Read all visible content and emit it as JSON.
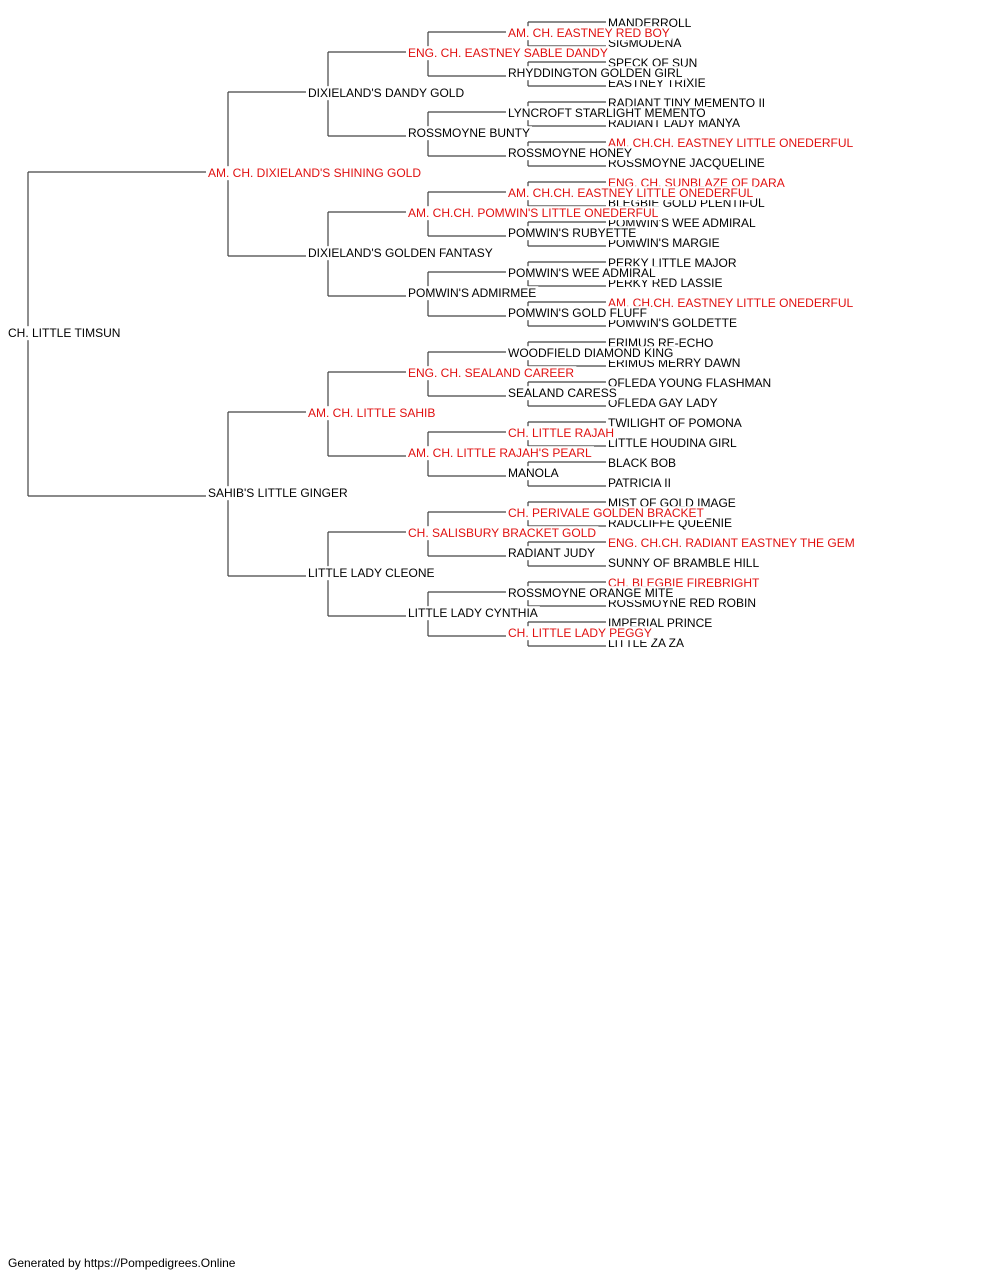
{
  "colors": {
    "champion": "#e01010",
    "normal": "#000000",
    "line": "#444444"
  },
  "pedigree": {
    "name": "CH. LITTLE TIMSUN",
    "champion": false,
    "sire": {
      "name": "AM. CH. DIXIELAND'S SHINING GOLD",
      "champion": true,
      "sire": {
        "name": "DIXIELAND'S DANDY GOLD",
        "champion": false,
        "sire": {
          "name": "ENG. CH. EASTNEY SABLE DANDY",
          "champion": true,
          "sire": {
            "name": "AM. CH. EASTNEY RED BOY",
            "champion": true,
            "sire": {
              "name": "MANDERROLL",
              "champion": false
            },
            "dam": {
              "name": "SIGMODENA",
              "champion": false
            }
          },
          "dam": {
            "name": "RHYDDINGTON GOLDEN GIRL",
            "champion": false,
            "sire": {
              "name": "SPECK OF SUN",
              "champion": false
            },
            "dam": {
              "name": "EASTNEY TRIXIE",
              "champion": false
            }
          }
        },
        "dam": {
          "name": "ROSSMOYNE BUNTY",
          "champion": false,
          "sire": {
            "name": "LYNCROFT STARLIGHT MEMENTO",
            "champion": false,
            "sire": {
              "name": "RADIANT TINY MEMENTO II",
              "champion": false
            },
            "dam": {
              "name": "RADIANT LADY MANYA",
              "champion": false
            }
          },
          "dam": {
            "name": "ROSSMOYNE HONEY",
            "champion": false,
            "sire": {
              "name": "AM. CH.CH. EASTNEY LITTLE ONEDERFUL",
              "champion": true
            },
            "dam": {
              "name": "ROSSMOYNE JACQUELINE",
              "champion": false
            }
          }
        }
      },
      "dam": {
        "name": "DIXIELAND'S GOLDEN FANTASY",
        "champion": false,
        "sire": {
          "name": "AM. CH.CH. POMWIN'S LITTLE ONEDERFUL",
          "champion": true,
          "sire": {
            "name": "AM. CH.CH. EASTNEY LITTLE ONEDERFUL",
            "champion": true,
            "sire": {
              "name": "ENG. CH. SUNBLAZE OF DARA",
              "champion": true
            },
            "dam": {
              "name": "BLEGBIE GOLD PLENTIFUL",
              "champion": false
            }
          },
          "dam": {
            "name": "POMWIN'S RUBYETTE",
            "champion": false,
            "sire": {
              "name": "POMWIN'S WEE ADMIRAL",
              "champion": false
            },
            "dam": {
              "name": "POMWIN'S MARGIE",
              "champion": false
            }
          }
        },
        "dam": {
          "name": "POMWIN'S ADMIRMEE",
          "champion": false,
          "sire": {
            "name": "POMWIN'S WEE ADMIRAL",
            "champion": false,
            "sire": {
              "name": "PERKY LITTLE MAJOR",
              "champion": false
            },
            "dam": {
              "name": "PERKY RED LASSIE",
              "champion": false
            }
          },
          "dam": {
            "name": "POMWIN'S GOLD FLUFF",
            "champion": false,
            "sire": {
              "name": "AM. CH.CH. EASTNEY LITTLE ONEDERFUL",
              "champion": true
            },
            "dam": {
              "name": "POMWIN'S GOLDETTE",
              "champion": false
            }
          }
        }
      }
    },
    "dam": {
      "name": "SAHIB'S LITTLE GINGER",
      "champion": false,
      "sire": {
        "name": "AM. CH. LITTLE SAHIB",
        "champion": true,
        "sire": {
          "name": "ENG. CH. SEALAND CAREER",
          "champion": true,
          "sire": {
            "name": "WOODFIELD DIAMOND KING",
            "champion": false,
            "sire": {
              "name": "ERIMUS RE-ECHO",
              "champion": false
            },
            "dam": {
              "name": "ERIMUS MERRY DAWN",
              "champion": false
            }
          },
          "dam": {
            "name": "SEALAND CARESS",
            "champion": false,
            "sire": {
              "name": "OFLEDA YOUNG FLASHMAN",
              "champion": false
            },
            "dam": {
              "name": "OFLEDA GAY LADY",
              "champion": false
            }
          }
        },
        "dam": {
          "name": "AM. CH. LITTLE RAJAH'S PEARL",
          "champion": true,
          "sire": {
            "name": "CH. LITTLE RAJAH",
            "champion": true,
            "sire": {
              "name": "TWILIGHT OF POMONA",
              "champion": false
            },
            "dam": {
              "name": "LITTLE HOUDINA GIRL",
              "champion": false
            }
          },
          "dam": {
            "name": "MANOLA",
            "champion": false,
            "sire": {
              "name": "BLACK BOB",
              "champion": false
            },
            "dam": {
              "name": "PATRICIA II",
              "champion": false
            }
          }
        }
      },
      "dam": {
        "name": "LITTLE LADY CLEONE",
        "champion": false,
        "sire": {
          "name": "CH. SALISBURY BRACKET GOLD",
          "champion": true,
          "sire": {
            "name": "CH. PERIVALE GOLDEN BRACKET",
            "champion": true,
            "sire": {
              "name": "MIST OF GOLD IMAGE",
              "champion": false
            },
            "dam": {
              "name": "RADCLIFFE QUEENIE",
              "champion": false
            }
          },
          "dam": {
            "name": "RADIANT JUDY",
            "champion": false,
            "sire": {
              "name": "ENG. CH.CH. RADIANT EASTNEY THE GEM",
              "champion": true
            },
            "dam": {
              "name": "SUNNY OF BRAMBLE HILL",
              "champion": false
            }
          }
        },
        "dam": {
          "name": "LITTLE LADY CYNTHIA",
          "champion": false,
          "sire": {
            "name": "ROSSMOYNE ORANGE MITE",
            "champion": false,
            "sire": {
              "name": "CH. BLEGBIE FIREBRIGHT",
              "champion": true
            },
            "dam": {
              "name": "ROSSMOYNE RED ROBIN",
              "champion": false
            }
          },
          "dam": {
            "name": "CH. LITTLE LADY PEGGY",
            "champion": true,
            "sire": {
              "name": "IMPERIAL PRINCE",
              "champion": false
            },
            "dam": {
              "name": "LITTLE ZA ZA",
              "champion": false
            }
          }
        }
      }
    }
  },
  "footer": "Generated by https://Pompedigrees.Online"
}
